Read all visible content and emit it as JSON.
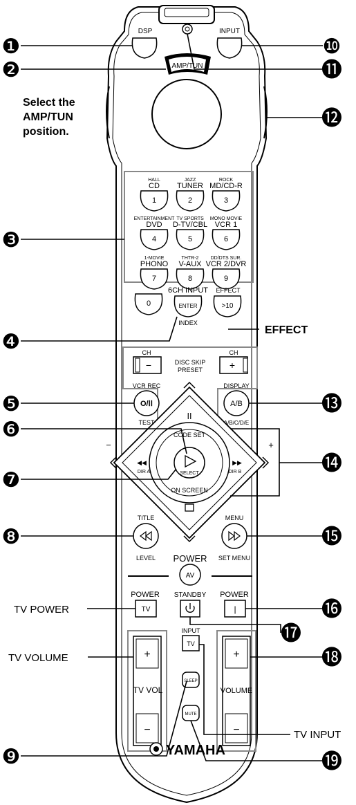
{
  "remote": {
    "top": {
      "dsp": "DSP",
      "input": "INPUT",
      "amp_tun": "AMP/TUN"
    },
    "side_note": [
      "Select the",
      "AMP/TUN",
      "position."
    ],
    "input_keys": [
      {
        "above": "HALL",
        "name": "CD",
        "key": "1"
      },
      {
        "above": "JAZZ",
        "name": "TUNER",
        "key": "2"
      },
      {
        "above": "ROCK",
        "name": "MD/CD-R",
        "key": "3"
      },
      {
        "above": "ENTERTAINMENT",
        "name": "DVD",
        "key": "4"
      },
      {
        "above": "TV SPORTS",
        "name": "D-TV/CBL",
        "key": "5"
      },
      {
        "above": "MONO MOVIE",
        "name": "VCR 1",
        "key": "6"
      },
      {
        "above": "1-MOVIE",
        "name": "PHONO",
        "key": "7"
      },
      {
        "above": "THTR-2",
        "name": "V-AUX",
        "key": "8"
      },
      {
        "above": "DD/DTS SUR.",
        "name": "VCR 2/DVR",
        "key": "9"
      }
    ],
    "row_zero": {
      "zero": "0",
      "sixch_input": "6CH INPUT",
      "enter": "ENTER",
      "index": "INDEX",
      "effect_top": "EFFECT",
      "plus_ten": ">10"
    },
    "ch_section": {
      "ch_left": "CH",
      "ch_right": "CH",
      "minus": "−",
      "plus": "+",
      "disc_skip": "DISC SKIP",
      "preset": "PRESET"
    },
    "vcr_rec": "VCR REC",
    "rec_key": "O/ⅠⅠ",
    "test": "TEST",
    "display": "DISPLAY",
    "ab_key": "A/B",
    "abcde": "A/B/C/D/E",
    "dpad": {
      "pause": "ⅠⅠ",
      "code_set": "CODE SET",
      "on_screen": "ON SCREEN",
      "select": "SELECT",
      "dir_a": "DIR A",
      "dir_b": "DIR B",
      "minus": "−",
      "plus": "+",
      "prev": "◀◀",
      "next": "▶▶"
    },
    "title": "TITLE",
    "level": "LEVEL",
    "menu": "MENU",
    "set_menu": "SET MENU",
    "power_label": "POWER",
    "av": "AV",
    "tv_power_label": "POWER",
    "tv": "TV",
    "standby": "STANDBY",
    "power_right_label": "POWER",
    "power_on_key": "|",
    "input_small": "INPUT",
    "tv_input_key": "TV",
    "tv_vol": "TV VOL",
    "volume": "VOLUME",
    "vol_plus": "+",
    "vol_minus": "−",
    "sleep": "SLEEP",
    "mute": "MUTE",
    "brand": "YAMAHA"
  },
  "callouts": [
    "❶",
    "❷",
    "❸",
    "❹",
    "❺",
    "❻",
    "❼",
    "❽",
    "❾",
    "❿",
    "⓫",
    "⓬",
    "⓭",
    "⓮",
    "⓯",
    "⓰",
    "⓱",
    "⓲",
    "⓳"
  ],
  "side_labels": {
    "effect": "EFFECT",
    "tv_power": "TV POWER",
    "tv_volume": "TV VOLUME",
    "tv_input": "TV INPUT"
  }
}
